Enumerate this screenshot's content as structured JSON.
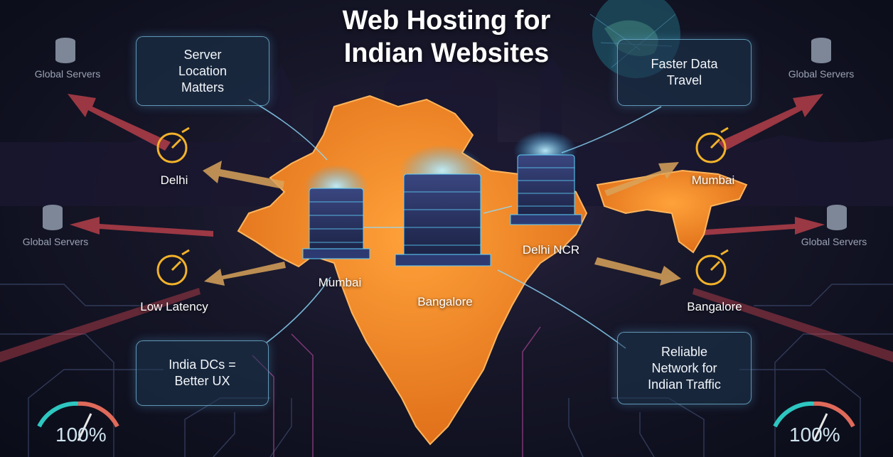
{
  "title": {
    "line1": "Web Hosting for",
    "line2": "Indian Websites"
  },
  "cards": {
    "server_location": "Server Location Matters",
    "faster_data": "Faster Data Travel",
    "india_dcs": "India DCs = Better UX",
    "reliable_network": "Reliable Network for Indian Traffic"
  },
  "global_servers_label": "Global Servers",
  "left_labels": {
    "delhi": "Delhi",
    "low_latency": "Low Latency"
  },
  "right_labels": {
    "mumbai": "Mumbai",
    "bangalore": "Bangalore"
  },
  "map_labels": {
    "mumbai": "Mumbai",
    "bangalore": "Bangalore",
    "delhi_ncr": "Delhi NCR"
  },
  "gauges": {
    "left_value": "100%",
    "right_value": "100%",
    "level": 1.0
  },
  "colors": {
    "map": "#f08a24",
    "server": "#27305a",
    "glow": "#5fd4ff",
    "arrow_red": "#c8454e",
    "arrow_gold": "#d9a35a",
    "clock": "#f2b22a"
  },
  "icons": [
    "database-icon",
    "stopwatch-icon",
    "gauge-icon",
    "server-rack-icon",
    "globe-icon"
  ]
}
